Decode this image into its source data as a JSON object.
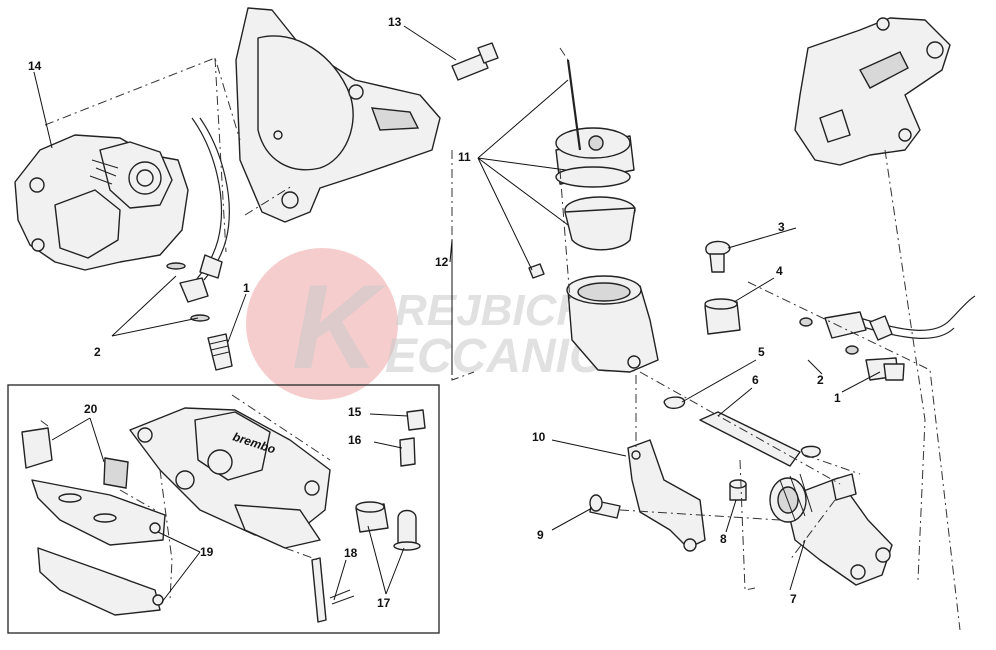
{
  "diagram": {
    "callouts": {
      "c1a": "1",
      "c1b": "1",
      "c2a": "2",
      "c2b": "2",
      "c3": "3",
      "c4": "4",
      "c5": "5",
      "c6": "6",
      "c7": "7",
      "c8": "8",
      "c9": "9",
      "c10": "10",
      "c11": "11",
      "c12": "12",
      "c13": "13",
      "c14": "14",
      "c15": "15",
      "c16": "16",
      "c17": "17",
      "c18": "18",
      "c19": "19",
      "c20": "20"
    },
    "watermark": {
      "line1": "REJBICH",
      "line2": "ECCANICA",
      "logo_letter": "K"
    },
    "caliper_brand": "brembo",
    "colors": {
      "line": "#222222",
      "part_fill": "#f1f1f1",
      "watermark_red": "#f2b8b8",
      "watermark_gray": "#c9c9c9"
    }
  }
}
